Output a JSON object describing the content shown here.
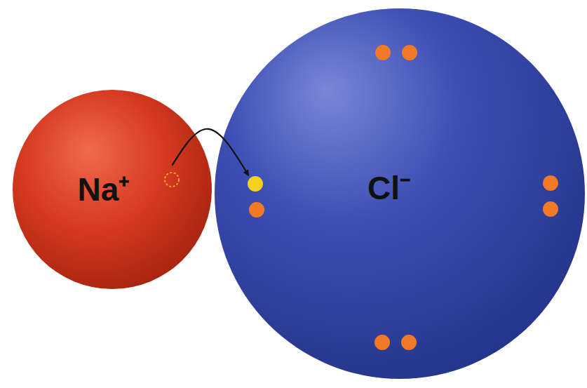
{
  "diagram": {
    "nodes": [
      {
        "text": [
          "Na⁺"
        ]
      },
      {
        "text": [
          "Cl⁻"
        ]
      }
    ],
    "edges": [
      {
        "from": 0,
        "to": 1,
        "arrow": "to"
      }
    ]
  }
}
